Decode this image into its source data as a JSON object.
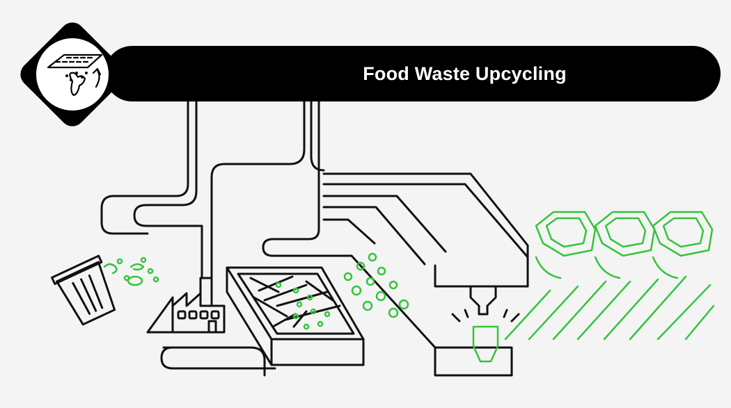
{
  "header": {
    "title": "Food Waste Upcycling",
    "icon": "food-waste-upcycling-icon"
  },
  "colors": {
    "ink": "#111111",
    "accent_green": "#33c43a",
    "background": "#f4f4f4",
    "banner": "#000000",
    "banner_text": "#ffffff"
  },
  "scene": {
    "elements": [
      "trash-can-icon",
      "factory-icon",
      "tray",
      "pipes",
      "pellets",
      "press",
      "mold",
      "molded-cups"
    ]
  }
}
